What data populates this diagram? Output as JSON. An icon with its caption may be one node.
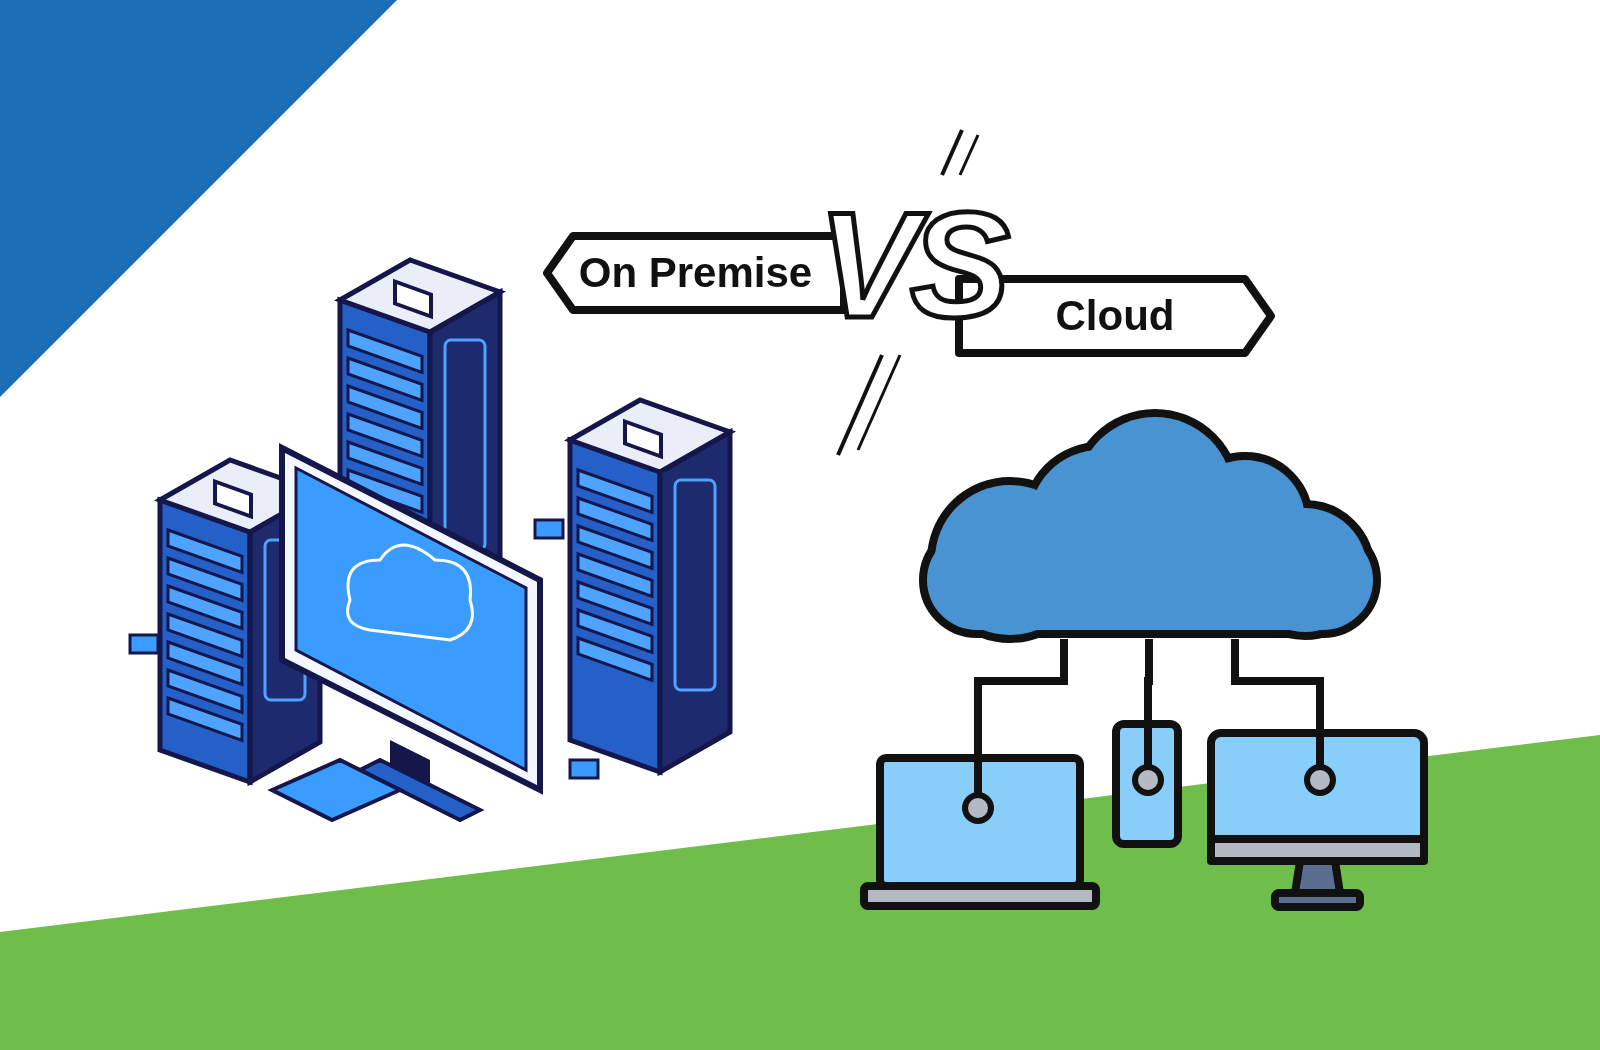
{
  "diagram": {
    "nodes": [
      {
        "text": [
          "On Premise"
        ]
      },
      {
        "text": [
          "Cloud"
        ]
      },
      {
        "text": [],
        "shape": "cloud"
      },
      {
        "text": [],
        "shape": "box"
      },
      {
        "text": [],
        "shape": "box"
      },
      {
        "text": [],
        "shape": "picture"
      }
    ],
    "edges": [
      {
        "from": 2,
        "to": 3,
        "arrow": "other"
      },
      {
        "from": 2,
        "to": 4,
        "arrow": "other"
      },
      {
        "from": 2,
        "to": 5,
        "arrow": "other"
      }
    ],
    "labels": [
      "VS"
    ]
  }
}
